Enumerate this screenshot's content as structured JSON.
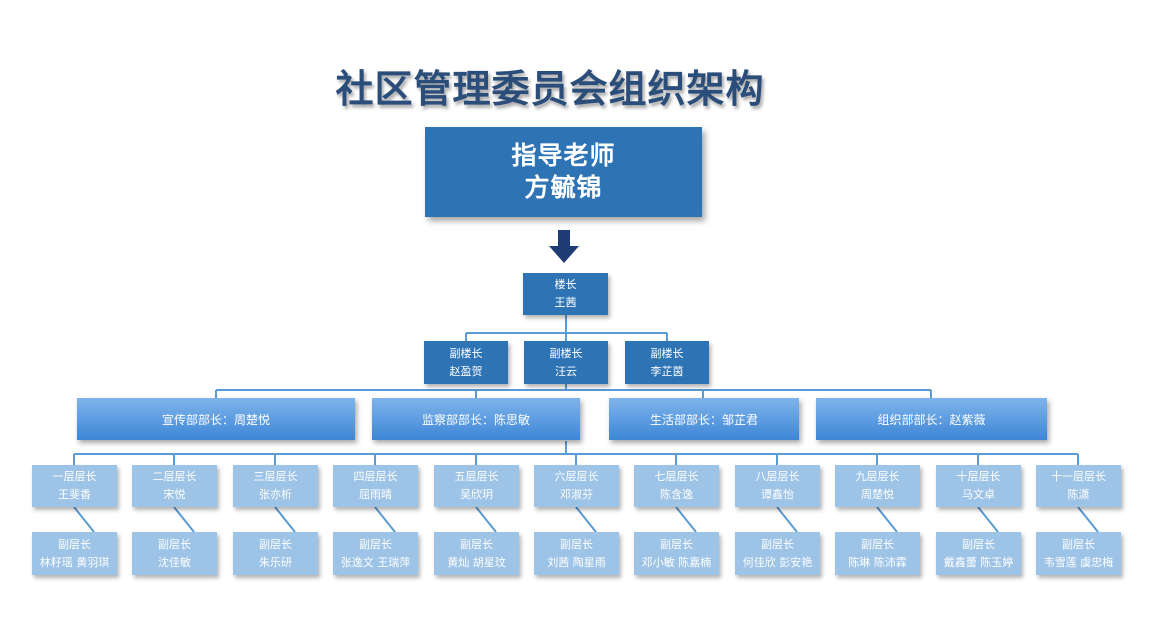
{
  "title": "社区管理委员会组织架构",
  "advisor": {
    "role": "指导老师",
    "name": "方毓锦"
  },
  "building_leader": {
    "role": "楼长",
    "name": "王茜"
  },
  "deputy_leaders": [
    {
      "role": "副楼长",
      "name": "赵盈贺"
    },
    {
      "role": "副楼长",
      "name": "汪云"
    },
    {
      "role": "副楼长",
      "name": "李芷茵"
    }
  ],
  "departments": [
    {
      "label": "宣传部部长：周楚悦"
    },
    {
      "label": "监察部部长：陈思敏"
    },
    {
      "label": "生活部部长：邹芷君"
    },
    {
      "label": "组织部部长：赵紫薇"
    }
  ],
  "floor_leaders": [
    {
      "role": "一层层长",
      "name": "王斐香"
    },
    {
      "role": "二层层长",
      "name": "宋悦"
    },
    {
      "role": "三层层长",
      "name": "张亦析"
    },
    {
      "role": "四层层长",
      "name": "屈雨晴"
    },
    {
      "role": "五层层长",
      "name": "吴欣玥"
    },
    {
      "role": "六层层长",
      "name": "邓淑芬"
    },
    {
      "role": "七层层长",
      "name": "陈含逸"
    },
    {
      "role": "八层层长",
      "name": "谭鑫怡"
    },
    {
      "role": "九层层长",
      "name": "周楚悦"
    },
    {
      "role": "十层层长",
      "name": "马文卓"
    },
    {
      "role": "十一层层长",
      "name": "陈潇"
    }
  ],
  "floor_deputies": [
    {
      "role": "副层长",
      "name": "林籽瑶 黄羽琪"
    },
    {
      "role": "副层长",
      "name": "沈佳敏"
    },
    {
      "role": "副层长",
      "name": "朱乐研"
    },
    {
      "role": "副层长",
      "name": "张逸文 王瑞萍"
    },
    {
      "role": "副层长",
      "name": "黄灿 胡星玟"
    },
    {
      "role": "副层长",
      "name": "刘茜 陶星雨"
    },
    {
      "role": "副层长",
      "name": "邓小敏 陈嘉楠"
    },
    {
      "role": "副层长",
      "name": "何佳欣 彭安艳"
    },
    {
      "role": "副层长",
      "name": "陈琳 陈沛霖"
    },
    {
      "role": "副层长",
      "name": "戴鑫蕾 陈玉婷"
    },
    {
      "role": "副层长",
      "name": "韦雪莲 虞忠梅"
    }
  ],
  "colors": {
    "dark_box": "#2e74b5",
    "light_box": "#9dc3e6",
    "title": "#2a4d7a",
    "arrow": "#1f3b73",
    "connector": "#5b9bd5"
  }
}
